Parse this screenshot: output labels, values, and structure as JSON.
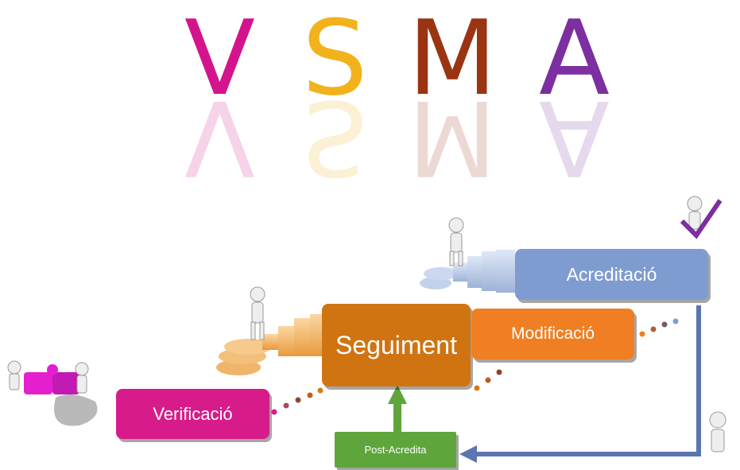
{
  "title": {
    "letters": [
      {
        "char": "V",
        "color": "#d4148c"
      },
      {
        "char": "S",
        "color": "#f2b21b"
      },
      {
        "char": "M",
        "color": "#9a3412"
      },
      {
        "char": "A",
        "color": "#7b2fa0"
      }
    ]
  },
  "stages": {
    "verificacio": {
      "label": "Verificació",
      "color": "#d81b8a"
    },
    "seguiment": {
      "label": "Seguiment",
      "color": "#d07412"
    },
    "modificacio": {
      "label": "Modificació",
      "color": "#ef7f22"
    },
    "acreditacio": {
      "label": "Acreditació",
      "color": "#7f9cd0"
    },
    "post_acredita": {
      "label": "Post-Acredita",
      "color": "#5ea53b"
    }
  },
  "icons": [
    "figure-icon",
    "puzzle-icon",
    "checkmark-icon",
    "arrow-icon"
  ]
}
